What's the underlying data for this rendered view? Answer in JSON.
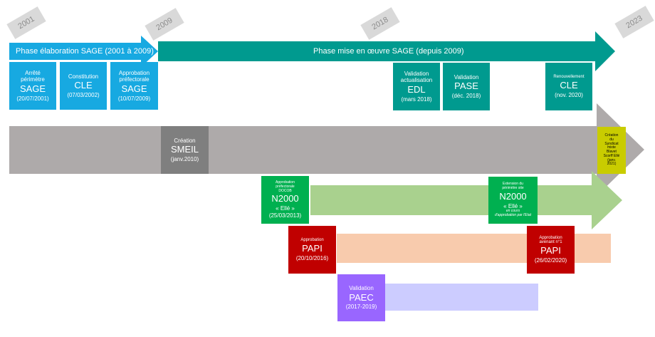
{
  "years": [
    "2001",
    "2009",
    "2018",
    "2023"
  ],
  "phases": {
    "elaboration": "Phase élaboration SAGE (2001 à 2009)",
    "mise_en_oeuvre": "Phase mise en œuvre SAGE (depuis 2009)"
  },
  "sage_boxes": [
    {
      "l1": "Arrêté",
      "l2": "périmètre",
      "big": "SAGE",
      "date": "(20/07/2001)"
    },
    {
      "l1": "Constitution",
      "big": "CLE",
      "date": "(07/03/2002)"
    },
    {
      "l1": "Approbation",
      "l2": "préfectorale",
      "big": "SAGE",
      "date": "(10/07/2009)"
    },
    {
      "l1": "Validation",
      "l2": "actualisation",
      "big": "EDL",
      "date": "(mars 2018)"
    },
    {
      "l1": "Validation",
      "big": "PASE",
      "date": "(déc. 2018)"
    },
    {
      "l1": "Renouvellement",
      "big": "CLE",
      "date": "(nov. 2020)"
    }
  ],
  "smeil": {
    "l1": "Création",
    "big": "SMEIL",
    "date": "(janv.2010)"
  },
  "syndicat": {
    "lines": [
      "Création",
      "du",
      "Syndicat",
      "mixte",
      "Blavet",
      "Scorff Ellé",
      "(janv.",
      "2021)"
    ]
  },
  "n2000": [
    {
      "l1": "Approbation",
      "l2": "préfectorale",
      "l3": "DOCOB",
      "big": "N2000",
      "sub": "« Ellé »",
      "date": "(25/03/2013)"
    },
    {
      "l1": "Extension du",
      "l2": "périmètre site",
      "big": "N2000",
      "sub": "« Ellé »",
      "n1": "en cours",
      "n2": "d'approbation par l'Etat"
    }
  ],
  "papi": [
    {
      "l1": "Approbation",
      "big": "PAPI",
      "date": "(20/10/2016)"
    },
    {
      "l1": "Approbation",
      "l2": "avenant n°1",
      "big": "PAPI",
      "date": "(26/02/2020)"
    }
  ],
  "paec": {
    "l1": "Validation",
    "big": "PAEC",
    "date": "(2017-2019)"
  },
  "colors": {
    "sage_light": "#17a9e1",
    "sage_teal": "#009a8f",
    "smeil_grey": "#7f7f7f",
    "bar_grey": "#aeaaaa",
    "n2000_green": "#00b050",
    "papi_red": "#c00000",
    "paec_purple": "#9966ff",
    "syndicat_yellow": "#c9cc00"
  }
}
